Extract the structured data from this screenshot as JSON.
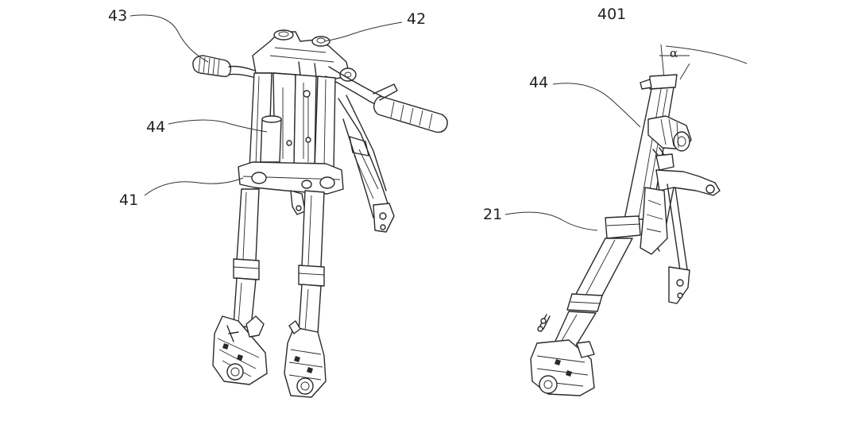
{
  "labels": {
    "l43": "43",
    "l42": "42",
    "l44a": "44",
    "l41": "41",
    "l401": "401",
    "alpha": "α",
    "l44b": "44",
    "l21": "21"
  }
}
